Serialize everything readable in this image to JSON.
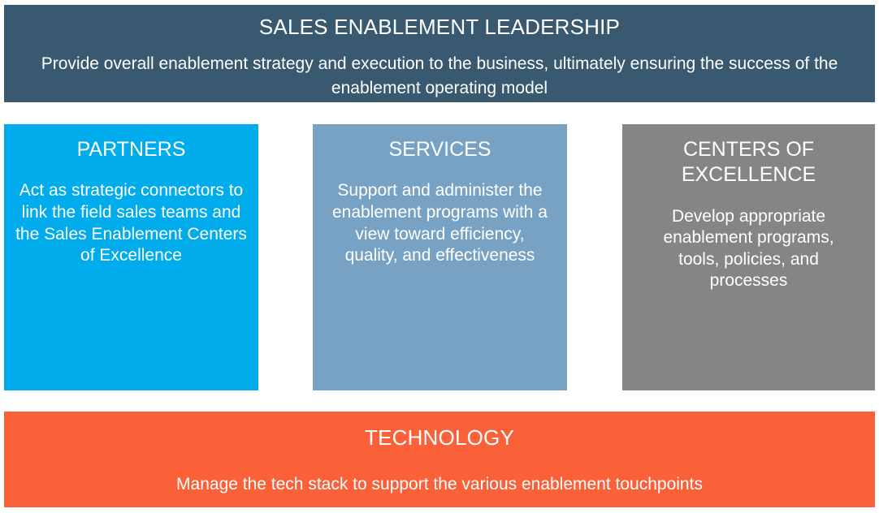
{
  "slide": {
    "background_color": "#FFFFFF",
    "text_color": "#FFFFFF"
  },
  "leadership": {
    "title": "SALES ENABLEMENT LEADERSHIP",
    "description": "Provide overall enablement strategy and execution to the business, ultimately ensuring the success of the enablement operating model",
    "color": "#38596F"
  },
  "pillars": [
    {
      "title": "PARTNERS",
      "description": "Act as strategic connectors to link the field sales teams and the Sales Enablement Centers of Excellence",
      "color": "#00ACEC"
    },
    {
      "title": "SERVICES",
      "description": "Support and administer the enablement programs with a view toward efficiency, quality, and effectiveness",
      "color": "#78A2C3"
    },
    {
      "title": "CENTERS OF EXCELLENCE",
      "description": "Develop appropriate enablement programs, tools, policies, and processes",
      "color": "#858585"
    }
  ],
  "technology": {
    "title": "TECHNOLOGY",
    "description": "Manage the tech stack to support the various enablement touchpoints",
    "color": "#FB6139"
  }
}
